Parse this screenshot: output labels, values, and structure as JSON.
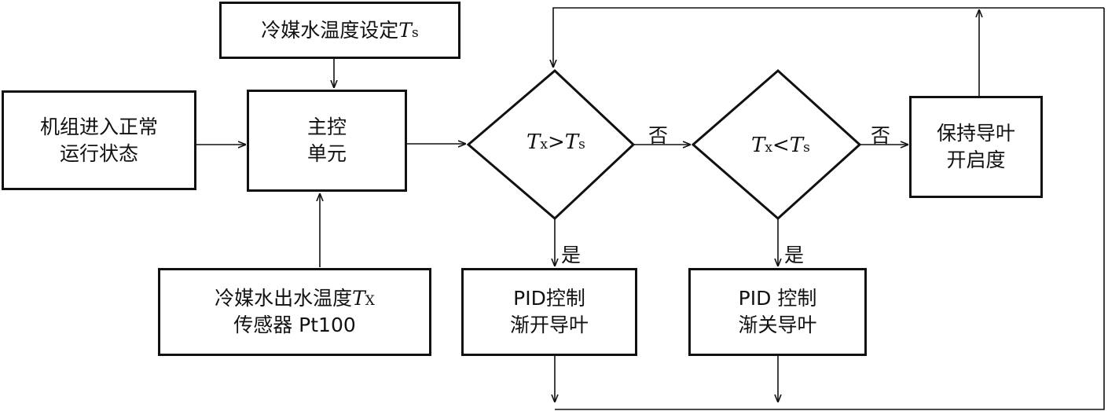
{
  "nodes": {
    "ts_setting": {
      "text": "冷媒水温度设定",
      "var": "T",
      "sub": "s"
    },
    "start": {
      "line1": "机组进入正常",
      "line2": "运行状态"
    },
    "main_control": {
      "line1": "主控",
      "line2": "单元"
    },
    "sensor": {
      "line1_text": "冷媒水出水温度",
      "line1_var": "T",
      "line1_sub": "X",
      "line2": "传感器 Pt100"
    },
    "decision1": {
      "left_var": "T",
      "left_sub": "x",
      "op": ">",
      "right_var": "T",
      "right_sub": "s"
    },
    "decision2": {
      "left_var": "T",
      "left_sub": "x",
      "op": "<",
      "right_var": "T",
      "right_sub": "s"
    },
    "pid_open": {
      "line1": "PID控制",
      "line2": "渐开导叶"
    },
    "pid_close": {
      "line1": "PID 控制",
      "line2": "渐关导叶"
    },
    "hold": {
      "line1": "保持导叶",
      "line2": "开启度"
    }
  },
  "edge_labels": {
    "no1": "否",
    "no2": "否",
    "yes1": "是",
    "yes2": "是"
  }
}
